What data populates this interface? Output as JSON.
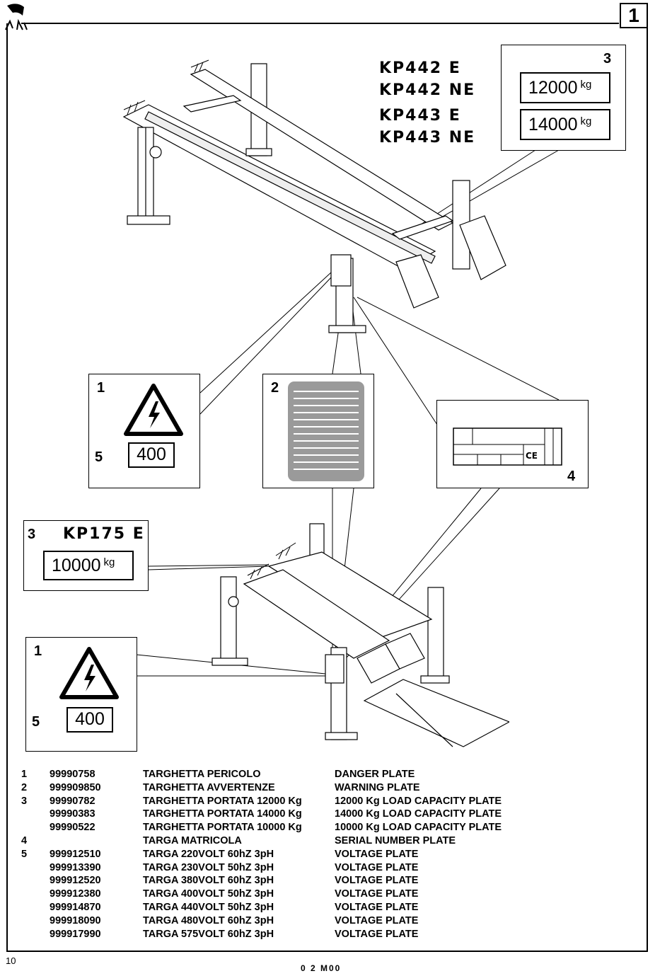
{
  "page": {
    "number": "1",
    "page_footer": "10",
    "doc_code": "0 2   M00"
  },
  "upper_models": [
    "KP442  E",
    "KP442  NE",
    "KP443  E",
    "KP443  NE"
  ],
  "callout_3_upper": {
    "num": "3",
    "cap1": "12000",
    "cap2": "14000",
    "unit": "kg"
  },
  "callout_1_upper": {
    "num1": "1",
    "num5": "5",
    "voltage": "400"
  },
  "callout_2": {
    "num": "2"
  },
  "callout_4": {
    "num": "4"
  },
  "callout_3_lower": {
    "num": "3",
    "model": "KP175  E",
    "cap": "10000",
    "unit": "kg"
  },
  "callout_1_lower": {
    "num1": "1",
    "num5": "5",
    "voltage": "400"
  },
  "legend": [
    {
      "idx": "1",
      "code": "99990758",
      "it": "TARGHETTA PERICOLO",
      "en": "DANGER PLATE"
    },
    {
      "idx": "2",
      "code": "999909850",
      "it": "TARGHETTA AVVERTENZE",
      "en": "WARNING PLATE"
    },
    {
      "idx": "3",
      "code": "99990782",
      "it": "TARGHETTA PORTATA 12000 Kg",
      "en": "12000 Kg LOAD CAPACITY PLATE"
    },
    {
      "idx": "",
      "code": "99990383",
      "it": "TARGHETTA PORTATA 14000 Kg",
      "en": "14000 Kg LOAD CAPACITY PLATE"
    },
    {
      "idx": "",
      "code": "99990522",
      "it": "TARGHETTA PORTATA 10000 Kg",
      "en": "10000 Kg LOAD CAPACITY PLATE"
    },
    {
      "idx": "4",
      "code": "",
      "it": "TARGA MATRICOLA",
      "en": "SERIAL NUMBER PLATE"
    },
    {
      "idx": "5",
      "code": "999912510",
      "it": "TARGA 220VOLT 60hZ 3pH",
      "en": "VOLTAGE PLATE"
    },
    {
      "idx": "",
      "code": "999913390",
      "it": "TARGA 230VOLT 50hZ 3pH",
      "en": "VOLTAGE PLATE"
    },
    {
      "idx": "",
      "code": "999912520",
      "it": "TARGA 380VOLT 60hZ 3pH",
      "en": "VOLTAGE PLATE"
    },
    {
      "idx": "",
      "code": "999912380",
      "it": "TARGA 400VOLT 50hZ 3pH",
      "en": "VOLTAGE PLATE"
    },
    {
      "idx": "",
      "code": "999914870",
      "it": "TARGA 440VOLT 50hZ 3pH",
      "en": "VOLTAGE PLATE"
    },
    {
      "idx": "",
      "code": "999918090",
      "it": "TARGA 480VOLT 60hZ 3pH",
      "en": "VOLTAGE PLATE"
    },
    {
      "idx": "",
      "code": "999917990",
      "it": "TARGA 575VOLT 60hZ 3pH",
      "en": "VOLTAGE PLATE"
    }
  ]
}
